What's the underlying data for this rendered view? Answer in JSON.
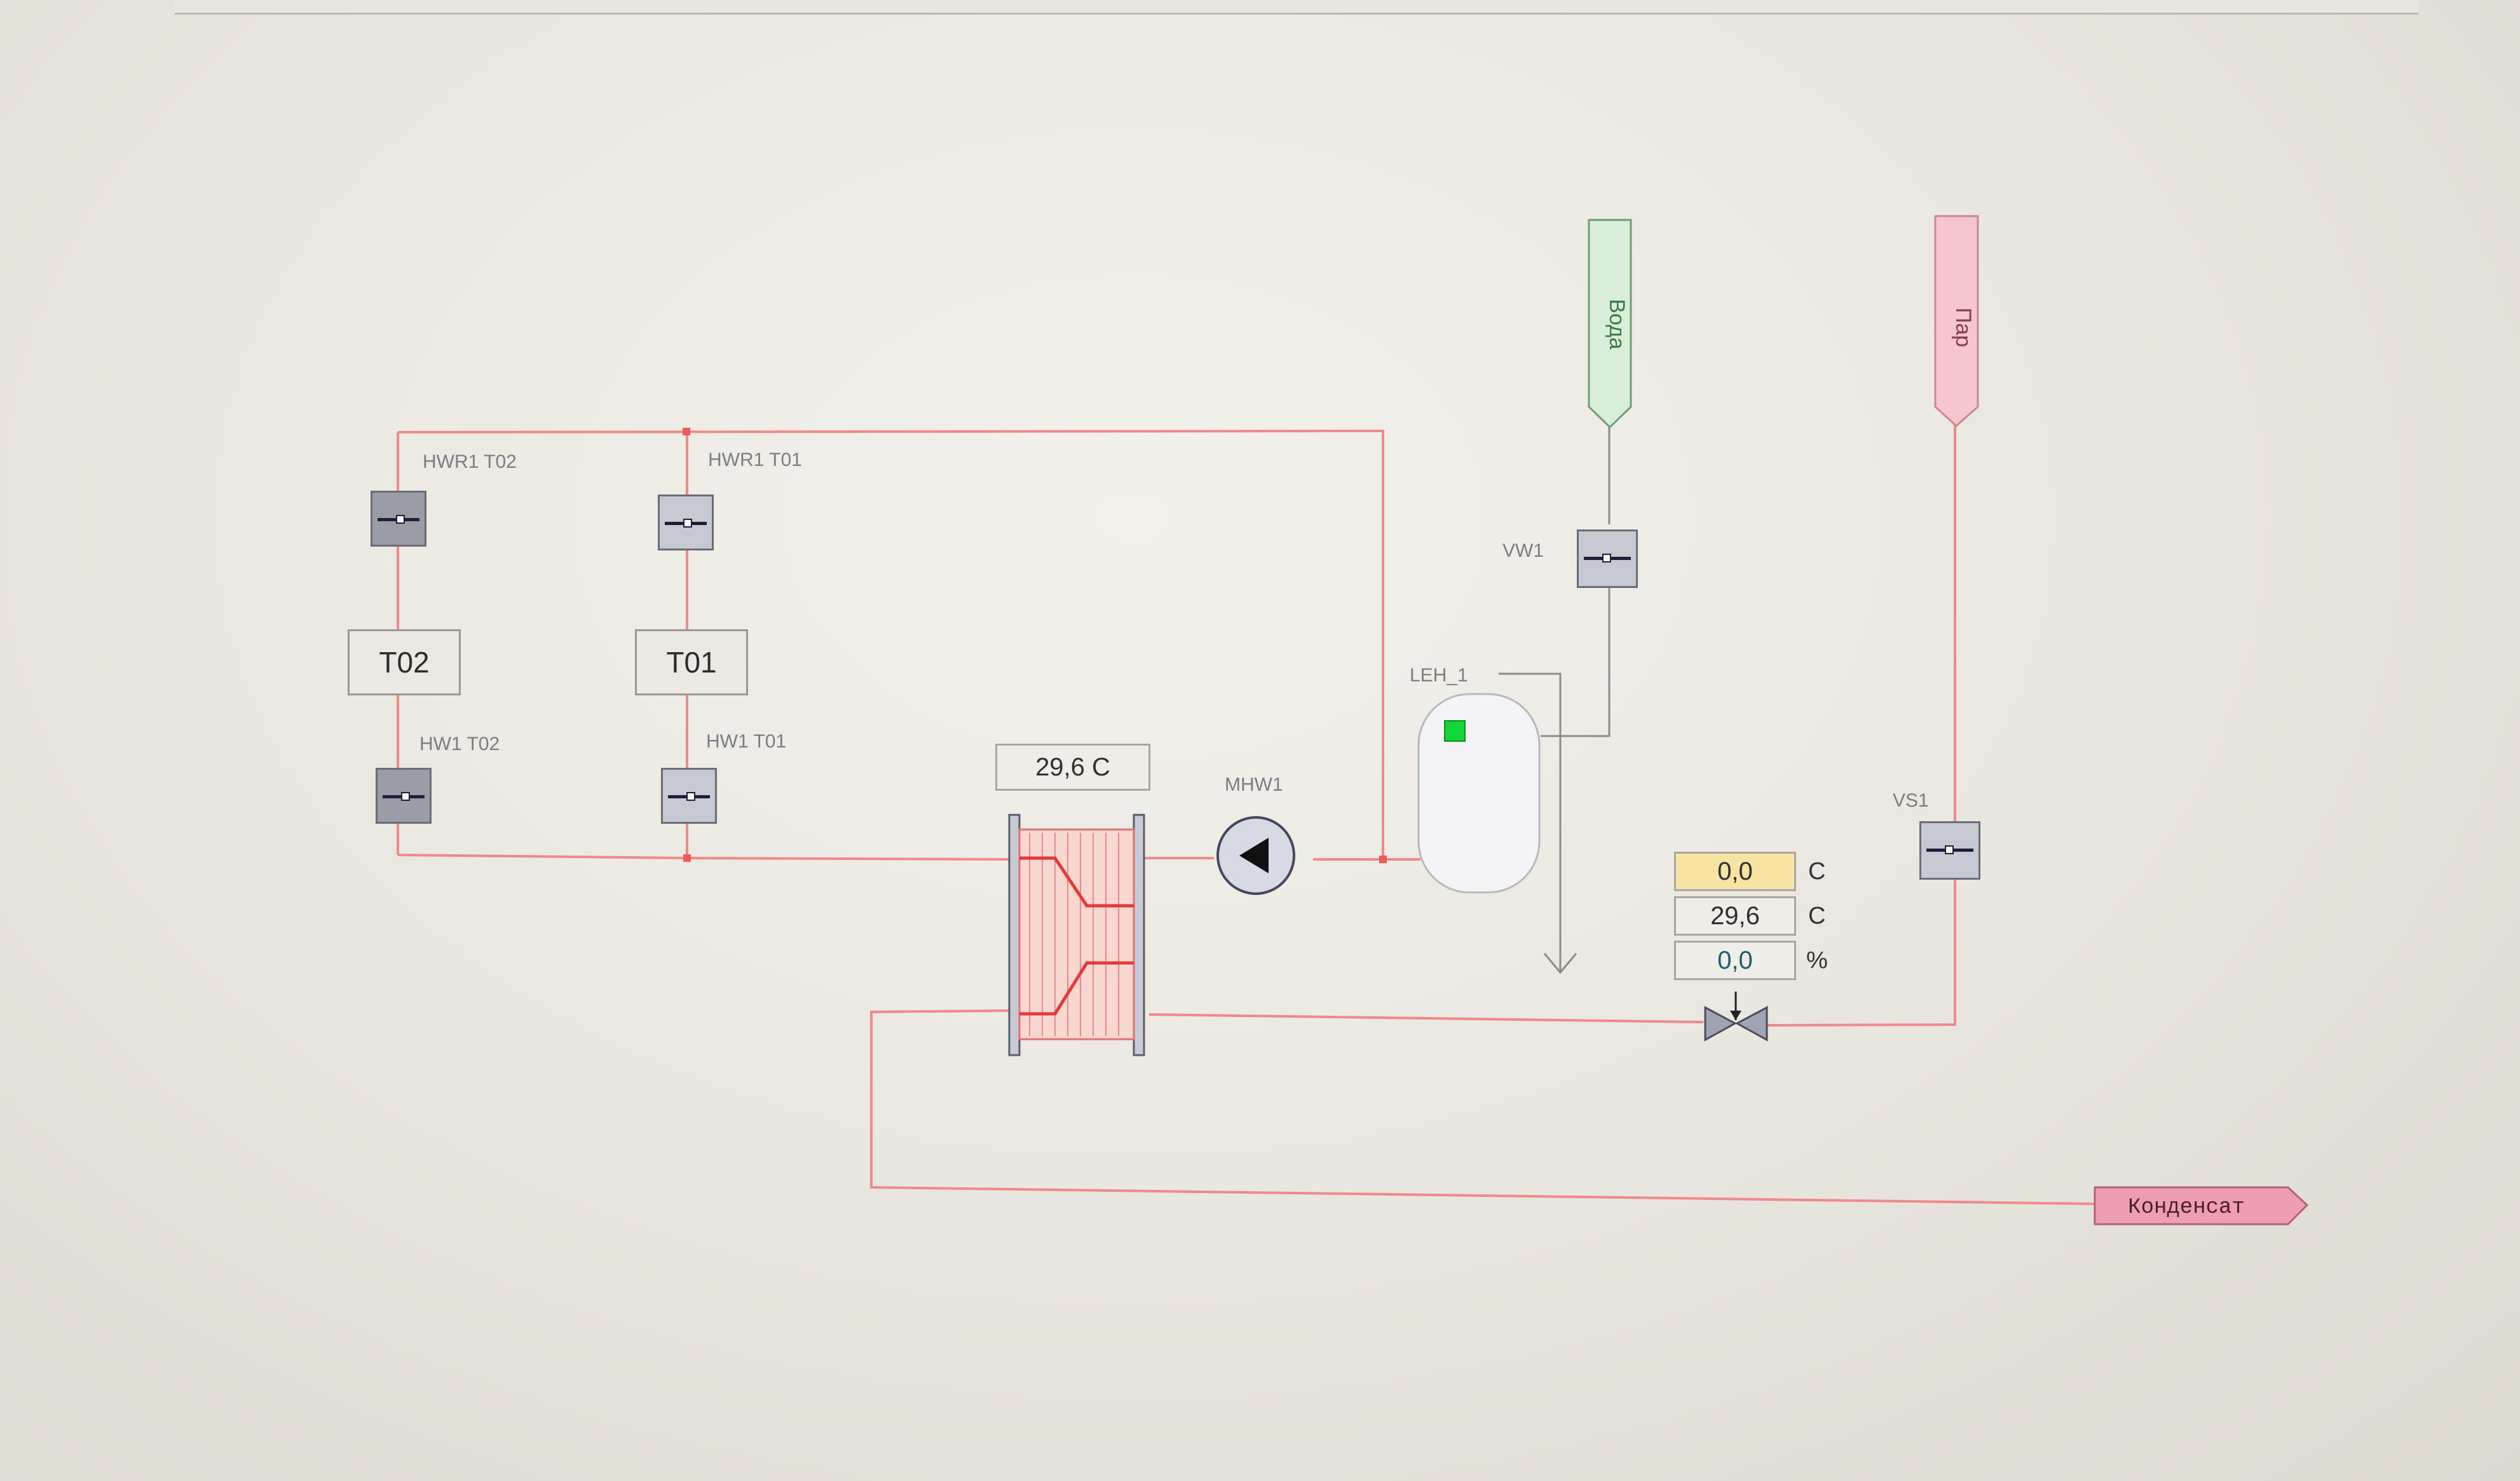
{
  "labels": {
    "hwr1_t02": "HWR1 T02",
    "hwr1_t01": "HWR1 T01",
    "hw1_t02": "HW1 T02",
    "hw1_t01": "HW1 T01",
    "mhw1": "MHW1",
    "leh1": "LEH_1",
    "vw1": "VW1",
    "vs1": "VS1"
  },
  "tanks": {
    "t02": "T02",
    "t01": "T01"
  },
  "exchanger_temp": "29,6 C",
  "control": {
    "setpoint": {
      "value": "0,0",
      "unit": "C"
    },
    "actual": {
      "value": "29,6",
      "unit": "C"
    },
    "output": {
      "value": "0,0",
      "unit": "%"
    }
  },
  "tags": {
    "water_in": "Вода",
    "steam_in": "Пар",
    "condensate_out": "Конденсат"
  },
  "colors": {
    "pipe": "#f08a8a",
    "water_tag": "#d9eed8",
    "steam_tag": "#f6c6cf",
    "condensate_tag": "#ef9db1",
    "setpoint_bg": "#f7e4a3",
    "level_indicator": "#14d638"
  },
  "icons": {
    "pump": "pump-icon",
    "control_valve": "control-valve-icon",
    "heat_exchanger": "heat-exchanger-icon",
    "drain": "drain-icon"
  }
}
